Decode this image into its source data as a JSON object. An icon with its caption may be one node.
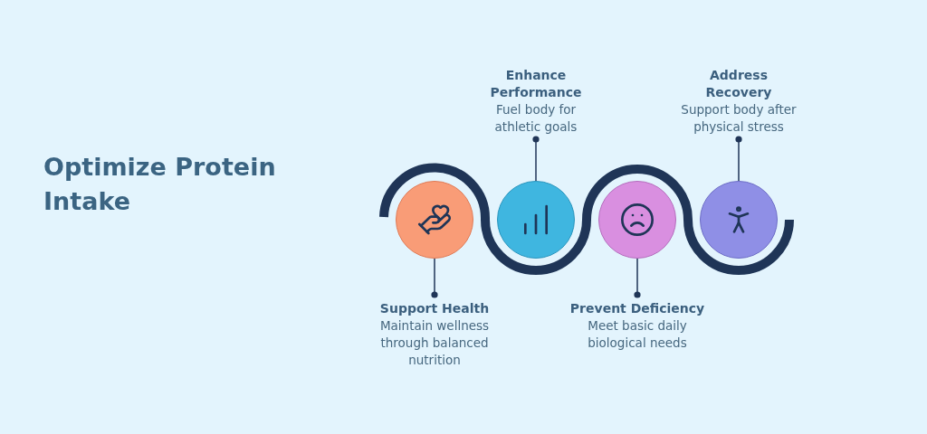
{
  "diagram": {
    "title": "Optimize Protein Intake",
    "nodes": [
      {
        "text": [
          "Support Health",
          "Maintain wellness through balanced nutrition"
        ]
      },
      {
        "text": [],
        "shape": "circle"
      },
      {
        "text": [
          "Enhance Performance",
          "Fuel body for athletic goals"
        ]
      },
      {
        "text": [],
        "shape": "circle"
      },
      {
        "text": [
          "Prevent Deficiency",
          "Meet basic daily biological needs"
        ]
      },
      {
        "text": [],
        "shape": "circle"
      },
      {
        "text": [
          "Address Recovery",
          "Support body after physical stress"
        ]
      },
      {
        "text": [],
        "shape": "circle"
      }
    ],
    "edges": [
      {
        "from": 0,
        "to": 1,
        "arrow": "other"
      },
      {
        "from": 2,
        "to": 3,
        "arrow": "other"
      },
      {
        "from": 4,
        "to": 5,
        "arrow": "other"
      },
      {
        "from": 6,
        "to": 7,
        "arrow": "other"
      }
    ]
  }
}
